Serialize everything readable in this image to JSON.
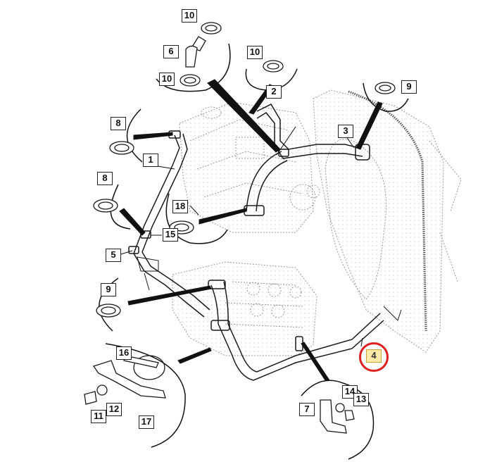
{
  "diagram": {
    "callouts": [
      {
        "id": "c10a",
        "label": "10"
      },
      {
        "id": "c6",
        "label": "6"
      },
      {
        "id": "c10b",
        "label": "10"
      },
      {
        "id": "c10c",
        "label": "10"
      },
      {
        "id": "c2",
        "label": "2"
      },
      {
        "id": "c9a",
        "label": "9"
      },
      {
        "id": "c3",
        "label": "3"
      },
      {
        "id": "c8a",
        "label": "8"
      },
      {
        "id": "c1",
        "label": "1"
      },
      {
        "id": "c8b",
        "label": "8"
      },
      {
        "id": "c18",
        "label": "18"
      },
      {
        "id": "c15",
        "label": "15"
      },
      {
        "id": "c5",
        "label": "5"
      },
      {
        "id": "c9b",
        "label": "9"
      },
      {
        "id": "c4",
        "label": "4"
      },
      {
        "id": "c16",
        "label": "16"
      },
      {
        "id": "c12",
        "label": "12"
      },
      {
        "id": "c11",
        "label": "11"
      },
      {
        "id": "c17",
        "label": "17"
      },
      {
        "id": "c14",
        "label": "14"
      },
      {
        "id": "c7",
        "label": "7"
      },
      {
        "id": "c13",
        "label": "13"
      }
    ],
    "highlighted_part": "4",
    "colors": {
      "line": "#1a1a1a",
      "engine": "#9a9a9a",
      "highlight_fill": "#fde9a8",
      "highlight_ring": "#e0201f"
    }
  }
}
